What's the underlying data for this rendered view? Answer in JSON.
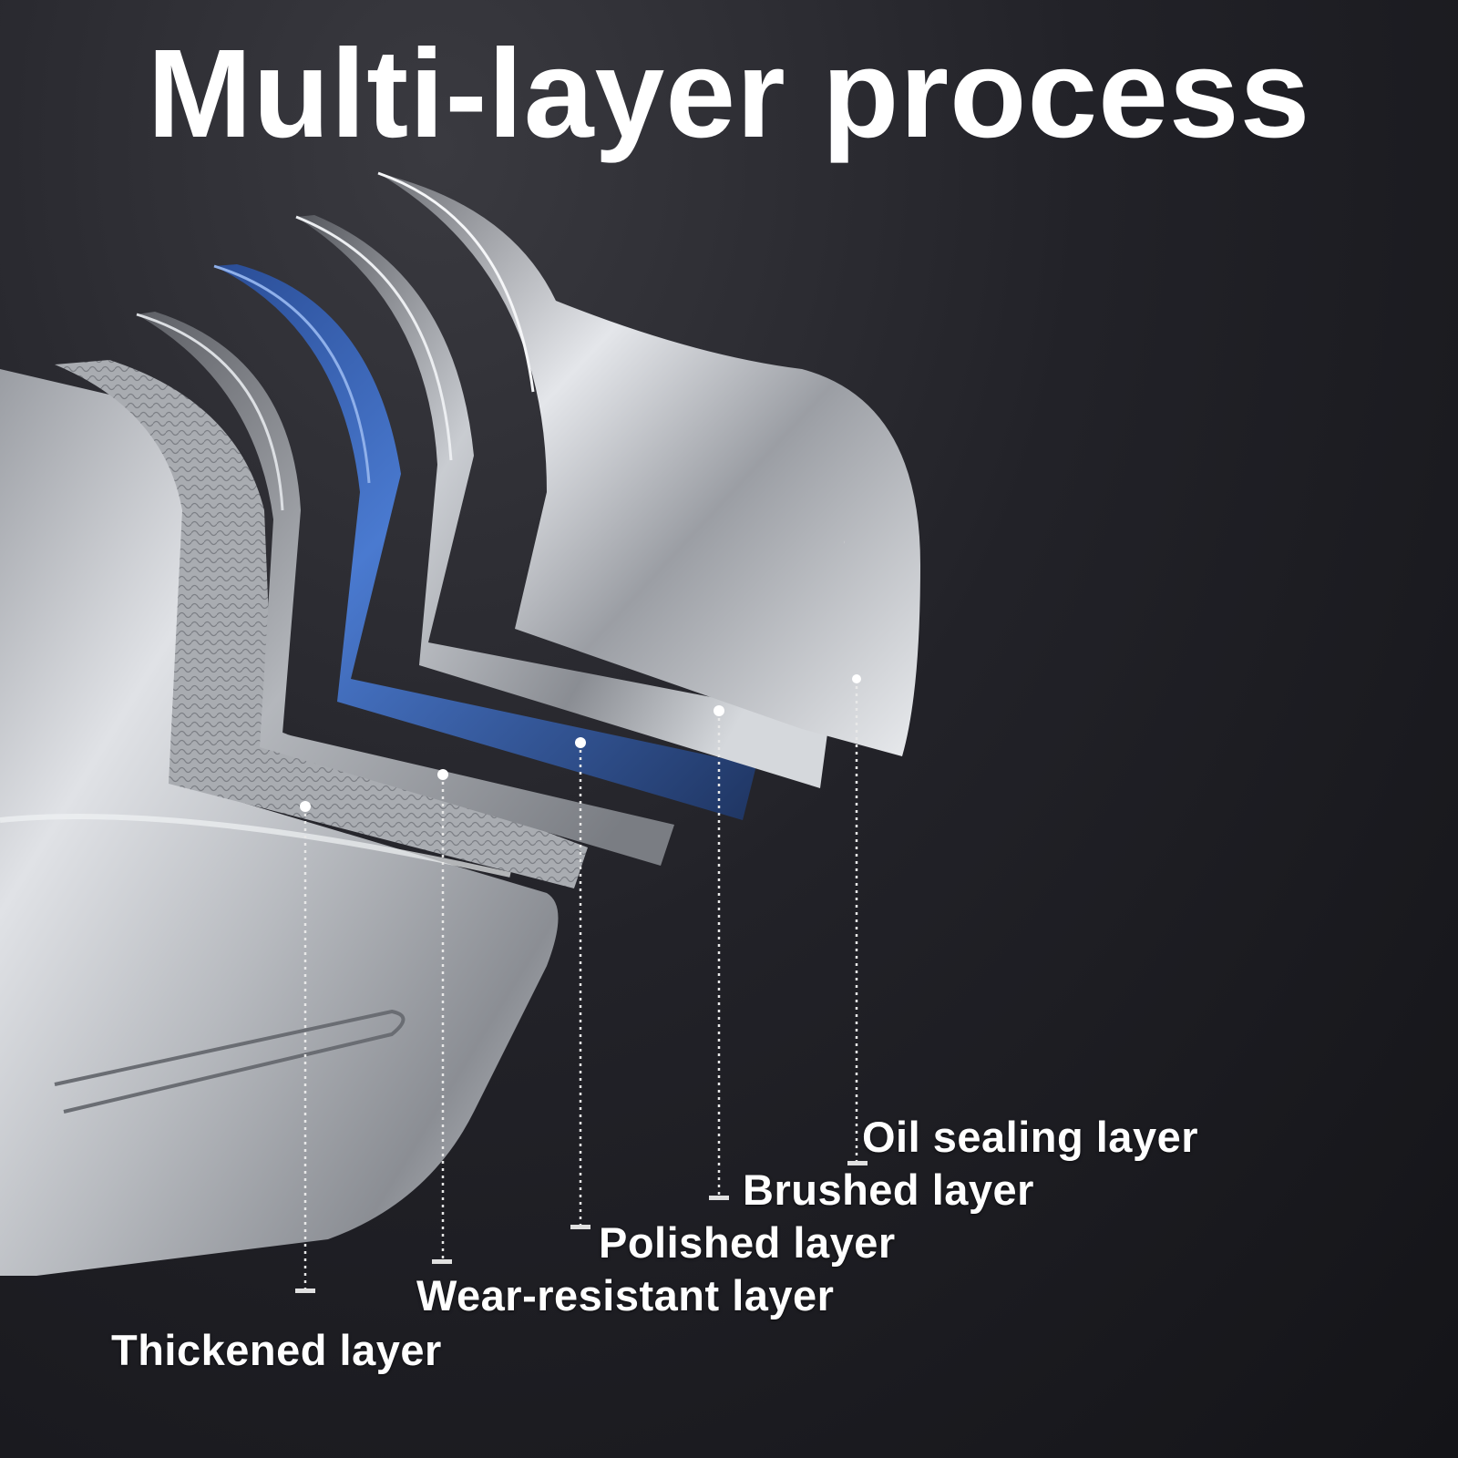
{
  "title": "Multi-layer process",
  "colors": {
    "background": "#1f1f25",
    "steel": "#b9bcc2",
    "blue_layer": "#3a63b8",
    "text": "#ffffff"
  },
  "layers": [
    {
      "name": "Oil sealing layer"
    },
    {
      "name": "Brushed layer"
    },
    {
      "name": "Polished layer"
    },
    {
      "name": "Wear-resistant layer"
    },
    {
      "name": "Thickened layer"
    }
  ]
}
